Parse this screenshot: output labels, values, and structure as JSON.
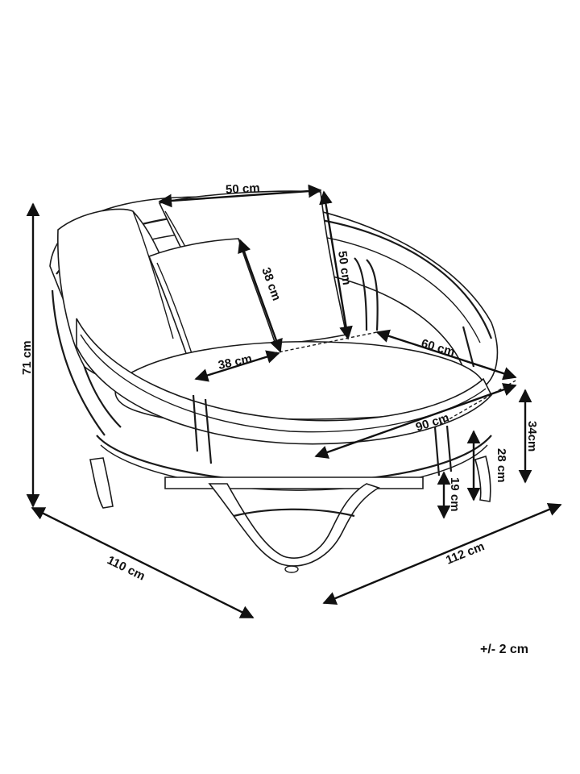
{
  "dimensions": {
    "pillow_width": "50 cm",
    "pillow_height": "50 cm",
    "small_pillow_height": "38 cm",
    "small_pillow_width": "38 cm",
    "seat_depth": "60 cm",
    "seat_diameter": "90 cm",
    "total_height": "71 cm",
    "depth": "110 cm",
    "width": "112 cm",
    "rim_height": "34cm",
    "seat_height": "28 cm",
    "base_height": "19 cm"
  },
  "tolerance": "+/- 2 cm"
}
